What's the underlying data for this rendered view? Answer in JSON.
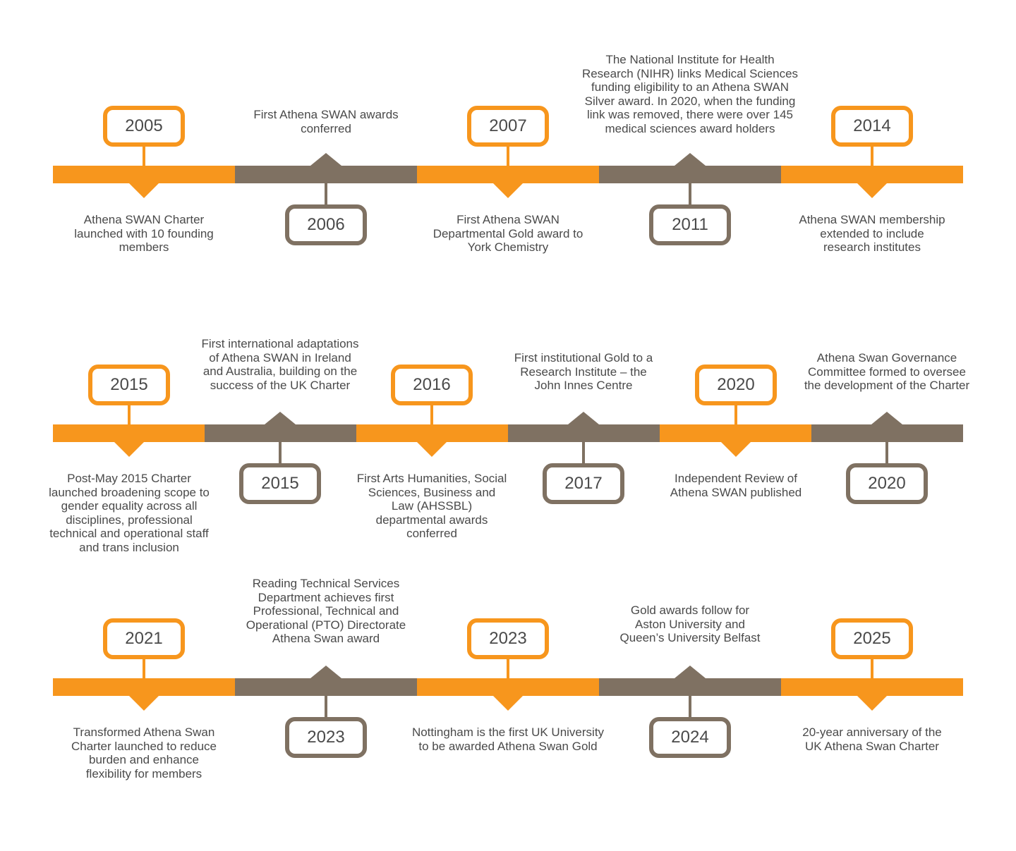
{
  "colors": {
    "orange": "#f7961d",
    "brown": "#7f7162",
    "text": "#4a4a4a"
  },
  "rows": [
    {
      "events": [
        {
          "year": "2005",
          "color": "orange",
          "position": "above",
          "text": "Athena SWAN Charter\nlaunched with 10 founding\nmembers"
        },
        {
          "year": "2006",
          "color": "brown",
          "position": "below",
          "text": "First Athena SWAN awards\nconferred"
        },
        {
          "year": "2007",
          "color": "orange",
          "position": "above",
          "text": "First Athena SWAN\nDepartmental Gold award to\nYork Chemistry"
        },
        {
          "year": "2011",
          "color": "brown",
          "position": "below",
          "text": "The National Institute for Health\nResearch (NIHR) links Medical Sciences\nfunding eligibility to an Athena SWAN\nSilver award. In 2020, when the funding\nlink was removed, there were over 145\nmedical sciences award holders"
        },
        {
          "year": "2014",
          "color": "orange",
          "position": "above",
          "text": "Athena SWAN membership\nextended to include\nresearch institutes"
        }
      ]
    },
    {
      "events": [
        {
          "year": "2015",
          "color": "orange",
          "position": "above",
          "text": "Post-May 2015 Charter\nlaunched broadening scope to\ngender equality across all\ndisciplines, professional\ntechnical and operational staff\nand trans inclusion"
        },
        {
          "year": "2015",
          "color": "brown",
          "position": "below",
          "text": "First international adaptations\nof Athena SWAN in Ireland\nand Australia, building on the\nsuccess of the UK Charter"
        },
        {
          "year": "2016",
          "color": "orange",
          "position": "above",
          "text": "First Arts Humanities, Social\nSciences, Business and\nLaw (AHSSBL)\ndepartmental awards\nconferred"
        },
        {
          "year": "2017",
          "color": "brown",
          "position": "below",
          "text": "First institutional Gold to a\nResearch Institute – the\nJohn Innes Centre"
        },
        {
          "year": "2020",
          "color": "orange",
          "position": "above",
          "text": "Independent Review of\nAthena SWAN published"
        },
        {
          "year": "2020",
          "color": "brown",
          "position": "below",
          "text": "Athena Swan Governance\nCommittee formed to oversee\nthe development of the Charter"
        }
      ]
    },
    {
      "events": [
        {
          "year": "2021",
          "color": "orange",
          "position": "above",
          "text": "Transformed Athena Swan\nCharter launched to reduce\nburden and enhance\nflexibility for members"
        },
        {
          "year": "2023",
          "color": "brown",
          "position": "below",
          "text": "Reading Technical Services\nDepartment achieves first\nProfessional, Technical and\nOperational (PTO) Directorate\nAthena Swan award"
        },
        {
          "year": "2023",
          "color": "orange",
          "position": "above",
          "text": "Nottingham is the first UK University\nto be awarded Athena Swan Gold"
        },
        {
          "year": "2024",
          "color": "brown",
          "position": "below",
          "text": "Gold awards follow for\nAston University and\nQueen’s University Belfast"
        },
        {
          "year": "2025",
          "color": "orange",
          "position": "above",
          "text": "20-year anniversary of the\nUK Athena Swan Charter"
        }
      ]
    }
  ]
}
